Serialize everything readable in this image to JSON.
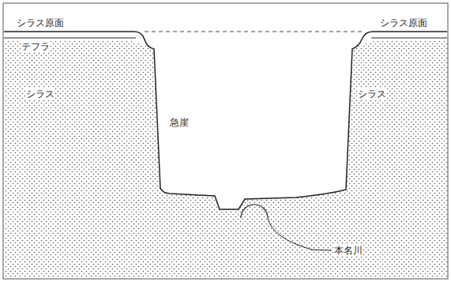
{
  "diagram": {
    "labels": [
      "シラス原面",
      "シラス原面",
      "テフラ",
      "シラス",
      "急崖",
      "シラス",
      "本名川"
    ]
  }
}
